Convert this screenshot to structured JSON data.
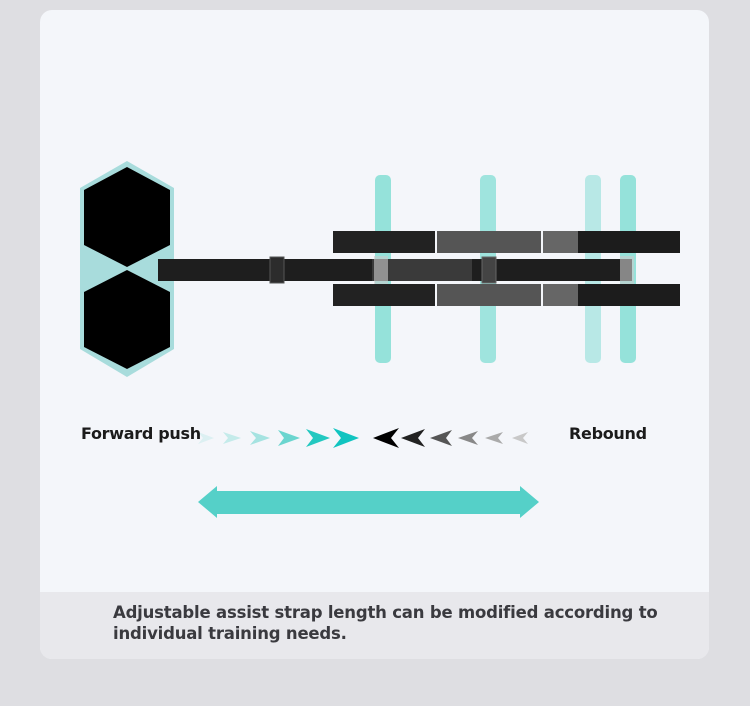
{
  "labels": {
    "forward": "Forward push",
    "rebound": "Rebound"
  },
  "caption": "Adjustable assist strap length can be modified according to individual training needs.",
  "colors": {
    "accent": "#55d0c8",
    "handle": "#9ee3dc",
    "frame": "#a8dcdc",
    "wheel": "#1a1a1a"
  }
}
